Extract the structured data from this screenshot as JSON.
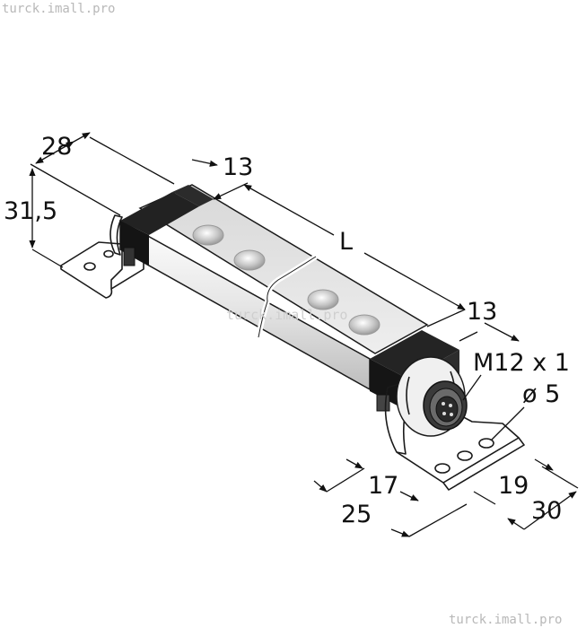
{
  "watermark": {
    "top_left": "turck.imall.pro",
    "center": "turck.imall.pro",
    "bottom_right": "turck.imall.pro"
  },
  "dimensions": {
    "width_28": "28",
    "height_31_5": "31,5",
    "end_13_left": "13",
    "length_L": "L",
    "end_13_right": "13",
    "connector": "M12 x 1",
    "hole_dia": "ø 5",
    "d17": "17",
    "d19": "19",
    "d25": "25",
    "d30": "30"
  },
  "colors": {
    "housing_dark": "#1e1e1e",
    "housing_light": "#e9e9e9",
    "bracket": "#f2f2f2",
    "line": "#111111"
  }
}
